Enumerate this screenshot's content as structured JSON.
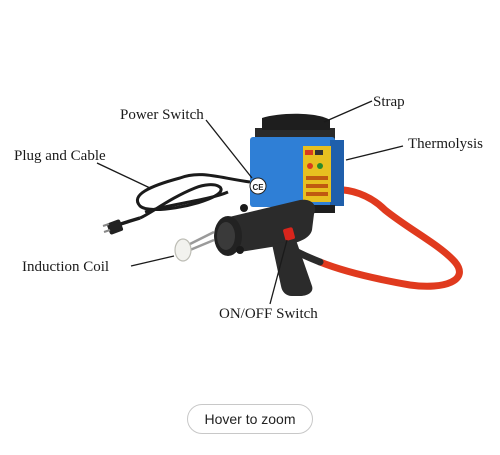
{
  "labels": {
    "power_switch": "Power Switch",
    "strap": "Strap",
    "thermolysis": "Thermolysis",
    "plug_and_cable": "Plug and Cable",
    "induction_coil": "Induction Coil",
    "on_off_switch": "ON/OFF Switch"
  },
  "device": {
    "ce_mark": "CE"
  },
  "zoom_button": {
    "label": "Hover to zoom",
    "border_color": "#c8c8c8"
  },
  "colors": {
    "body_blue": "#2f7fd6",
    "hose_red": "#e03a1e",
    "gun_dark": "#2b2b2b",
    "trigger_red": "#d8251c",
    "background": "#ffffff"
  }
}
